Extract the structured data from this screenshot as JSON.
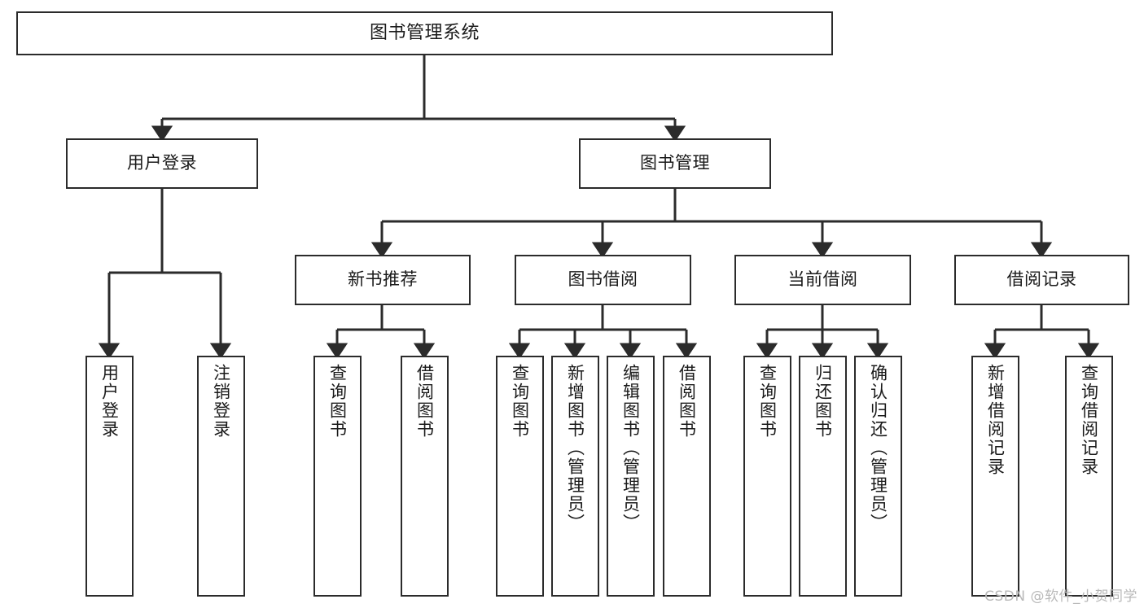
{
  "diagram": {
    "title": "图书管理系统",
    "type": "function-structure-tree",
    "colors": {
      "box_border": "#2b2b2b",
      "box_fill": "#ffffff",
      "connector": "#2b2b2b",
      "watermark": "#b9b9b9",
      "background": "#ffffff"
    }
  },
  "root": {
    "label": "图书管理系统"
  },
  "level1": [
    {
      "label": "用户登录"
    },
    {
      "label": "图书管理"
    }
  ],
  "level2": [
    {
      "label": "新书推荐"
    },
    {
      "label": "图书借阅"
    },
    {
      "label": "当前借阅"
    },
    {
      "label": "借阅记录"
    }
  ],
  "leaves": {
    "user_login": [
      {
        "label": "用户登录"
      },
      {
        "label": "注销登录"
      }
    ],
    "new_book_recommend": [
      {
        "label": "查询图书"
      },
      {
        "label": "借阅图书"
      }
    ],
    "book_borrow": [
      {
        "label": "查询图书"
      },
      {
        "label": "新增图书（管理员）"
      },
      {
        "label": "编辑图书（管理员）"
      },
      {
        "label": "借阅图书"
      }
    ],
    "current_borrow": [
      {
        "label": "查询图书"
      },
      {
        "label": "归还图书"
      },
      {
        "label": "确认归还（管理员）"
      }
    ],
    "borrow_records": [
      {
        "label": "新增借阅记录"
      },
      {
        "label": "查询借阅记录"
      }
    ]
  },
  "watermark": {
    "text": "CSDN @软件_小贺同学"
  }
}
